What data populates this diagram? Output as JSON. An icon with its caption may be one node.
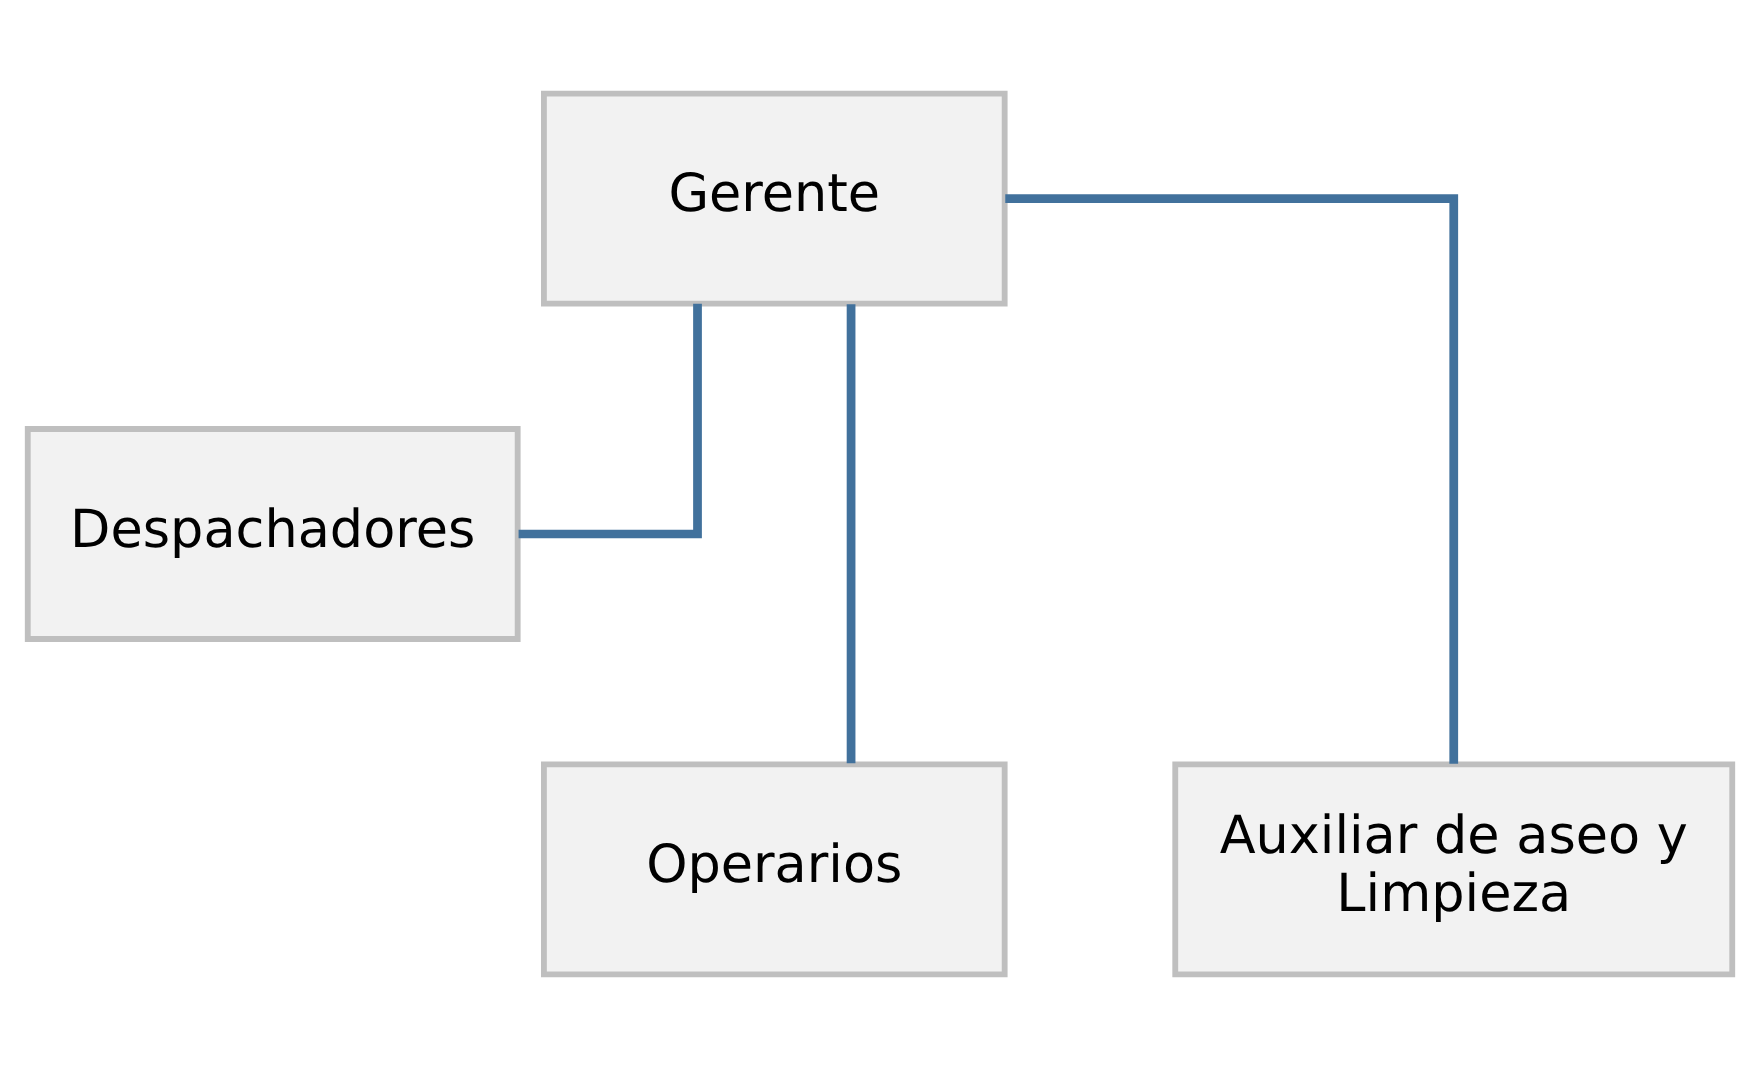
{
  "diagram": {
    "nodes": [
      {
        "text": [
          "Gerente"
        ]
      },
      {
        "text": [
          "Despachadores"
        ]
      },
      {
        "text": [
          "Operarios"
        ]
      },
      {
        "text": [
          "Auxiliar de aseo y Limpieza"
        ]
      }
    ],
    "edges": [
      {
        "from": 0,
        "to": 1,
        "arrow": "none"
      },
      {
        "from": 0,
        "to": 2,
        "arrow": "none"
      },
      {
        "from": 0,
        "to": 3,
        "arrow": "none"
      }
    ]
  }
}
